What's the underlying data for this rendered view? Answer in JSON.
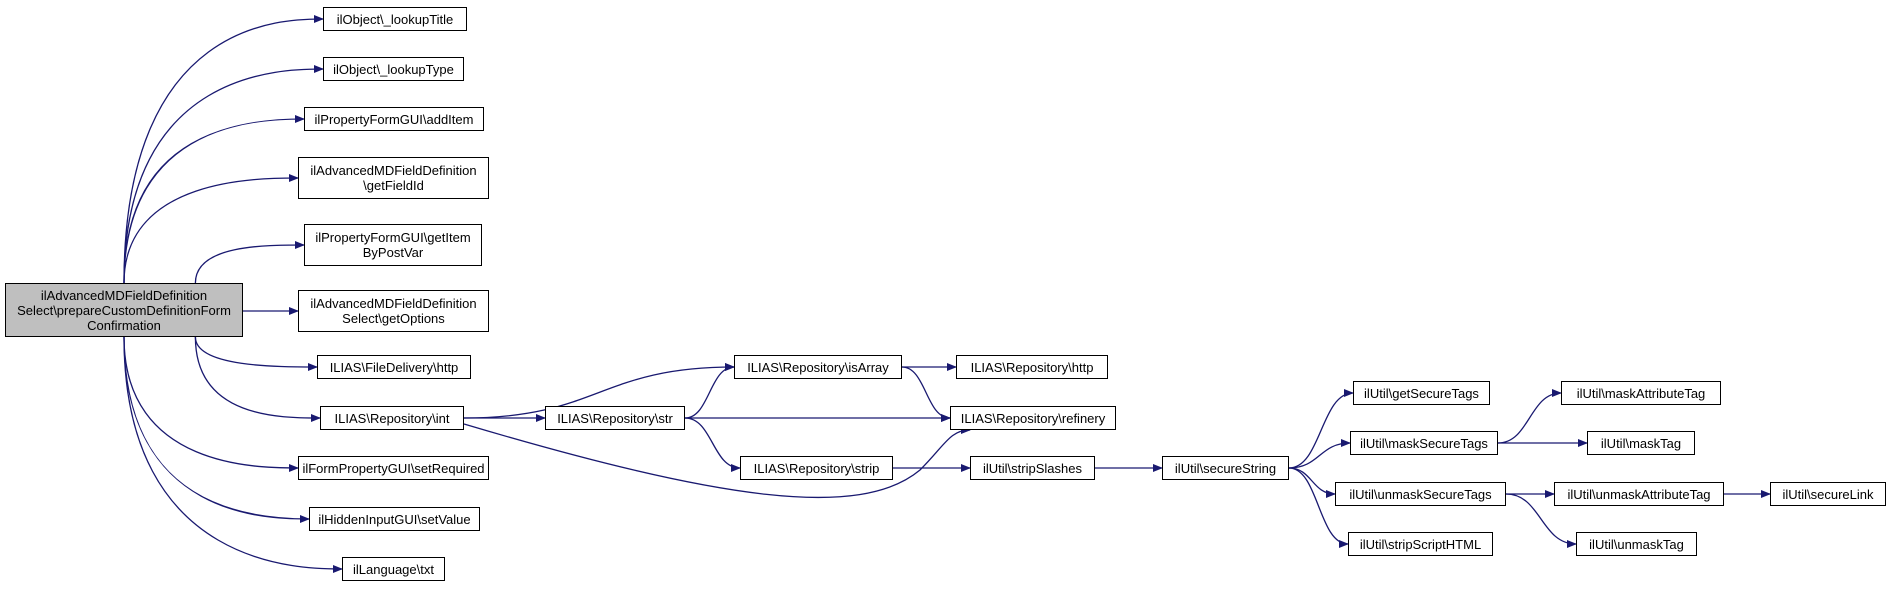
{
  "colors": {
    "edge": "#191970",
    "node_border": "#000000",
    "root_fill": "#bfbfbf",
    "node_fill": "#ffffff"
  },
  "nodes": {
    "root": "ilAdvancedMDFieldDefinition\nSelect\\prepareCustomDefinitionForm\nConfirmation",
    "lookupTitle": "ilObject\\_lookupTitle",
    "lookupType": "ilObject\\_lookupType",
    "addItem": "ilPropertyFormGUI\\addItem",
    "getFieldId": "ilAdvancedMDFieldDefinition\n\\getFieldId",
    "getItemByPostVar": "ilPropertyFormGUI\\getItem\nByPostVar",
    "getOptions": "ilAdvancedMDFieldDefinition\nSelect\\getOptions",
    "fdHttp": "ILIAS\\FileDelivery\\http",
    "repoInt": "ILIAS\\Repository\\int",
    "setRequired": "ilFormPropertyGUI\\setRequired",
    "setValue": "ilHiddenInputGUI\\setValue",
    "txt": "ilLanguage\\txt",
    "isArray": "ILIAS\\Repository\\isArray",
    "repoStr": "ILIAS\\Repository\\str",
    "repoStrip": "ILIAS\\Repository\\strip",
    "repoHttp": "ILIAS\\Repository\\http",
    "refinery": "ILIAS\\Repository\\refinery",
    "stripSlashes": "ilUtil\\stripSlashes",
    "secureString": "ilUtil\\secureString",
    "getSecureTags": "ilUtil\\getSecureTags",
    "maskSecureTags": "ilUtil\\maskSecureTags",
    "unmaskSecureTags": "ilUtil\\unmaskSecureTags",
    "stripScriptHTML": "ilUtil\\stripScriptHTML",
    "maskAttributeTag": "ilUtil\\maskAttributeTag",
    "maskTag": "ilUtil\\maskTag",
    "unmaskAttributeTag": "ilUtil\\unmaskAttributeTag",
    "unmaskTag": "ilUtil\\unmaskTag",
    "secureLink": "ilUtil\\secureLink"
  },
  "edges": [
    [
      "root",
      "lookupTitle"
    ],
    [
      "root",
      "lookupType"
    ],
    [
      "root",
      "addItem"
    ],
    [
      "root",
      "getFieldId"
    ],
    [
      "root",
      "getItemByPostVar"
    ],
    [
      "root",
      "getOptions"
    ],
    [
      "root",
      "fdHttp"
    ],
    [
      "root",
      "repoInt"
    ],
    [
      "root",
      "setRequired"
    ],
    [
      "root",
      "setValue"
    ],
    [
      "root",
      "txt"
    ],
    [
      "repoInt",
      "isArray"
    ],
    [
      "repoInt",
      "repoStr"
    ],
    [
      "repoInt",
      "refinery"
    ],
    [
      "repoStr",
      "isArray"
    ],
    [
      "repoStr",
      "refinery"
    ],
    [
      "repoStr",
      "repoStrip"
    ],
    [
      "isArray",
      "repoHttp"
    ],
    [
      "isArray",
      "refinery"
    ],
    [
      "repoStrip",
      "stripSlashes"
    ],
    [
      "stripSlashes",
      "secureString"
    ],
    [
      "secureString",
      "getSecureTags"
    ],
    [
      "secureString",
      "maskSecureTags"
    ],
    [
      "secureString",
      "unmaskSecureTags"
    ],
    [
      "secureString",
      "stripScriptHTML"
    ],
    [
      "maskSecureTags",
      "maskAttributeTag"
    ],
    [
      "maskSecureTags",
      "maskTag"
    ],
    [
      "unmaskSecureTags",
      "unmaskAttributeTag"
    ],
    [
      "unmaskSecureTags",
      "unmaskTag"
    ],
    [
      "unmaskAttributeTag",
      "secureLink"
    ]
  ]
}
